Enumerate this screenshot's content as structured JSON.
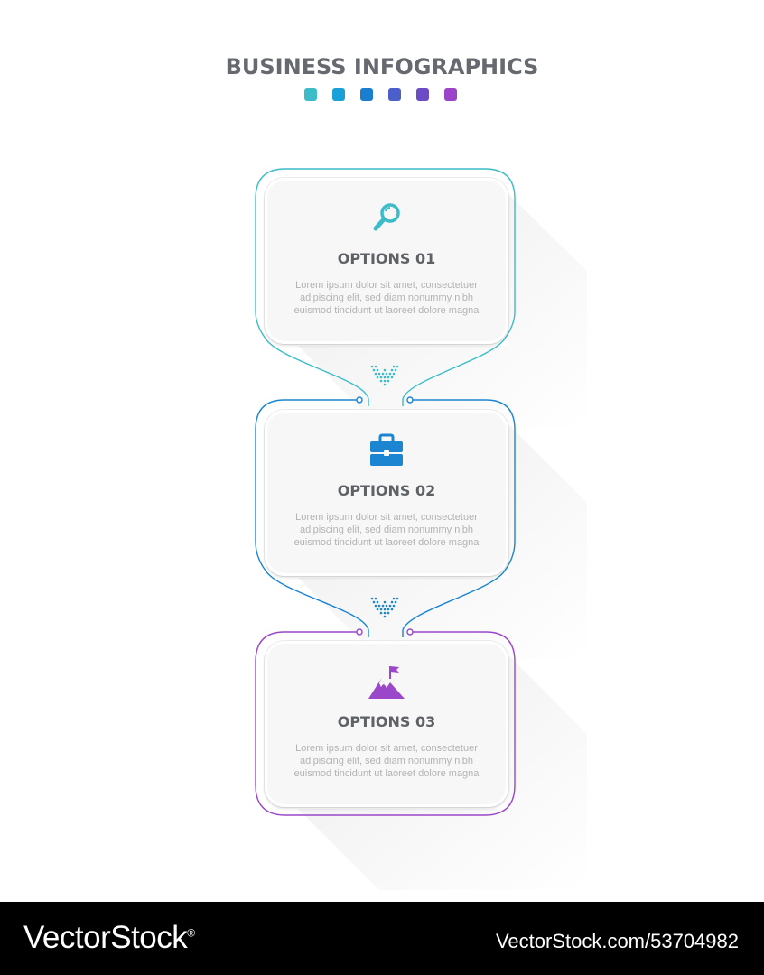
{
  "title": "BUSINESS INFOGRAPHICS",
  "palette": [
    "#3cbcc8",
    "#1aa0d8",
    "#1b7fd0",
    "#4a5fc9",
    "#6c4cc6",
    "#9b44c9"
  ],
  "options": [
    {
      "heading": "OPTIONS 01",
      "icon": "magnifier-icon",
      "color": "#3cbcc8",
      "text": "Lorem ipsum dolor sit amet, consectetuer adipiscing elit, sed diam nonummy nibh euismod tincidunt ut laoreet dolore magna"
    },
    {
      "heading": "OPTIONS 02",
      "icon": "briefcase-icon",
      "color": "#1b85d1",
      "text": "Lorem ipsum dolor sit amet, consectetuer adipiscing elit, sed diam nonummy nibh euismod tincidunt ut laoreet dolore magna"
    },
    {
      "heading": "OPTIONS 03",
      "icon": "mountain-flag-icon",
      "color": "#9a47c9",
      "text": "Lorem ipsum dolor sit amet, consectetuer adipiscing elit, sed diam nonummy nibh euismod tincidunt ut laoreet dolore magna"
    }
  ],
  "footer": {
    "brand": "VectorStock",
    "brand_mark": "®",
    "stock_id": "VectorStock.com/53704982"
  }
}
